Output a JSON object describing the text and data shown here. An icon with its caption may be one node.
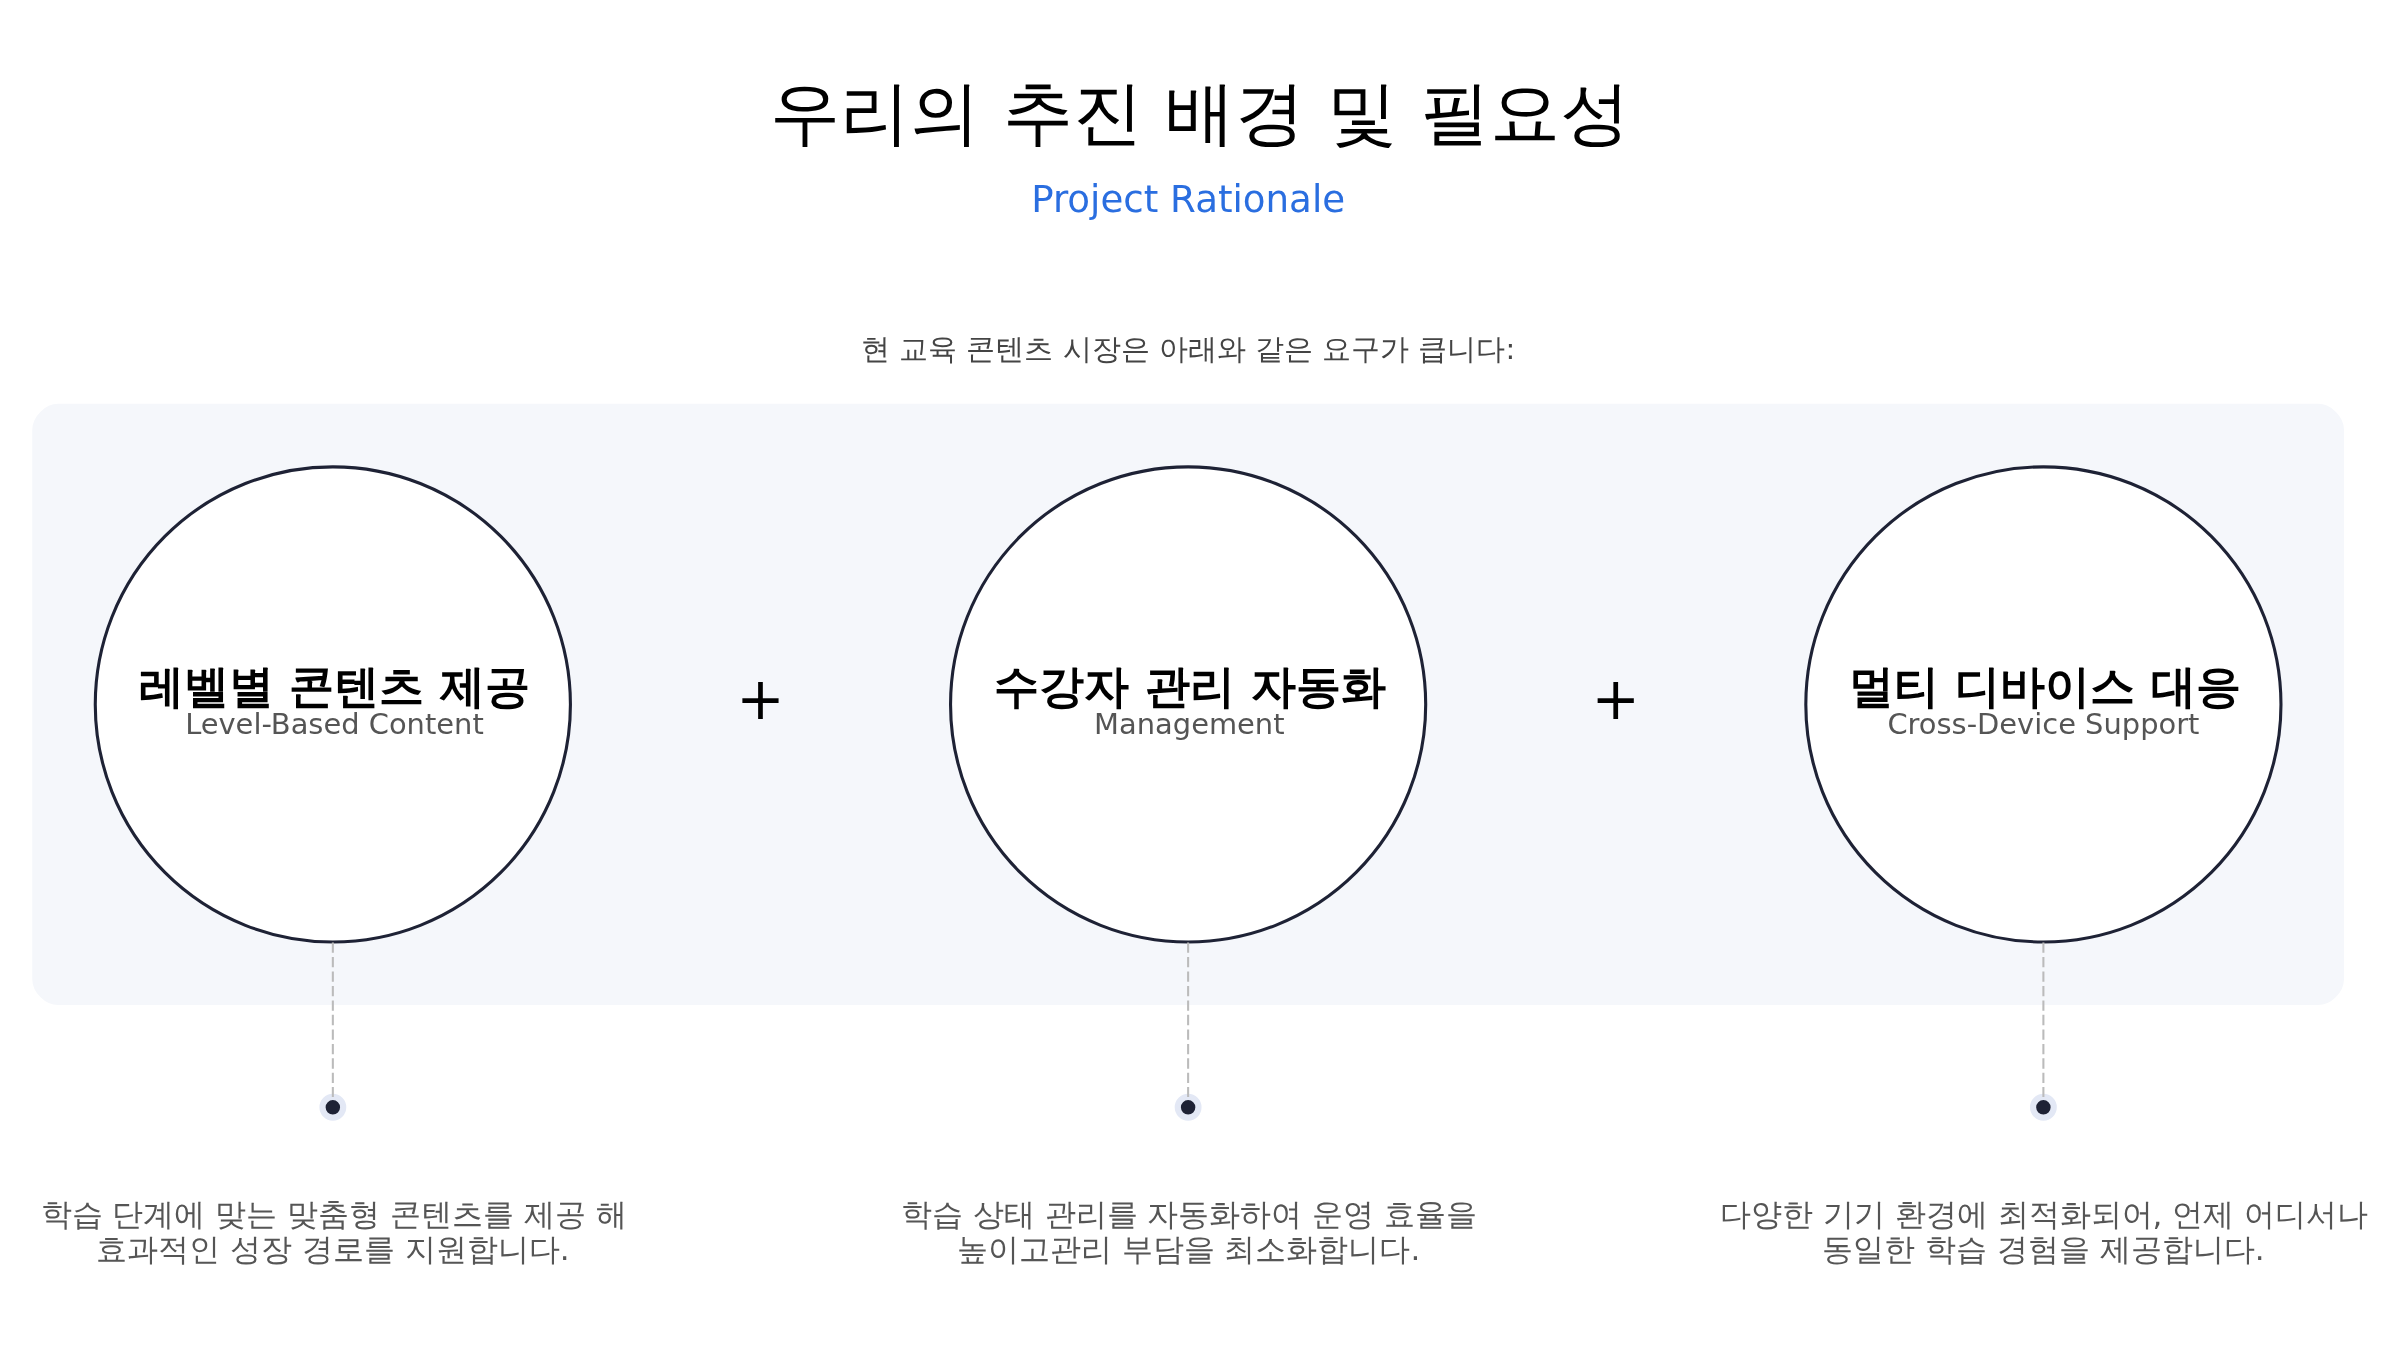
{
  "diagram": {
    "title": "우리의 추진 배경 및 필요성",
    "nodes": [
      {
        "text": [],
        "shape": "box"
      },
      {
        "text": [
          "레벨별 콘텐츠 제공",
          "Level-Based Content"
        ],
        "in": 0
      },
      {
        "text": [
          "수강자 관리 자동화",
          "Management"
        ],
        "in": 0
      },
      {
        "text": [
          "멀티 디바이스 대응",
          "Cross-Device Support"
        ],
        "in": 0
      },
      {
        "text": [],
        "shape": "circle",
        "beside": [
          "학습 단계에 맞는 맞춤형 콘텐츠를 제공 해 효과적인 성장 경로를 지원합니다."
        ]
      },
      {
        "text": [],
        "shape": "circle",
        "beside": [
          "학습 상태 관리를 자동화하여 운영 효율을 높이고관리 부담을 최소화합니다."
        ]
      },
      {
        "text": [],
        "shape": "circle",
        "beside": [
          "다양한 기기 환경에 최적화되어, 언제 어디서나 동일한 학습 경험을 제공합니다."
        ]
      }
    ],
    "edges": [
      {
        "from": 1,
        "to": 4,
        "arrow": "none",
        "style": "dashed"
      },
      {
        "from": 2,
        "to": 5,
        "arrow": "none",
        "style": "dashed"
      },
      {
        "from": 3,
        "to": 6,
        "arrow": "none",
        "style": "dashed"
      }
    ],
    "labels": [
      "Project Rationale",
      "현 교육 콘텐츠 시장은 아래와 같은 요구가 큽니다:",
      "+",
      "+"
    ]
  }
}
